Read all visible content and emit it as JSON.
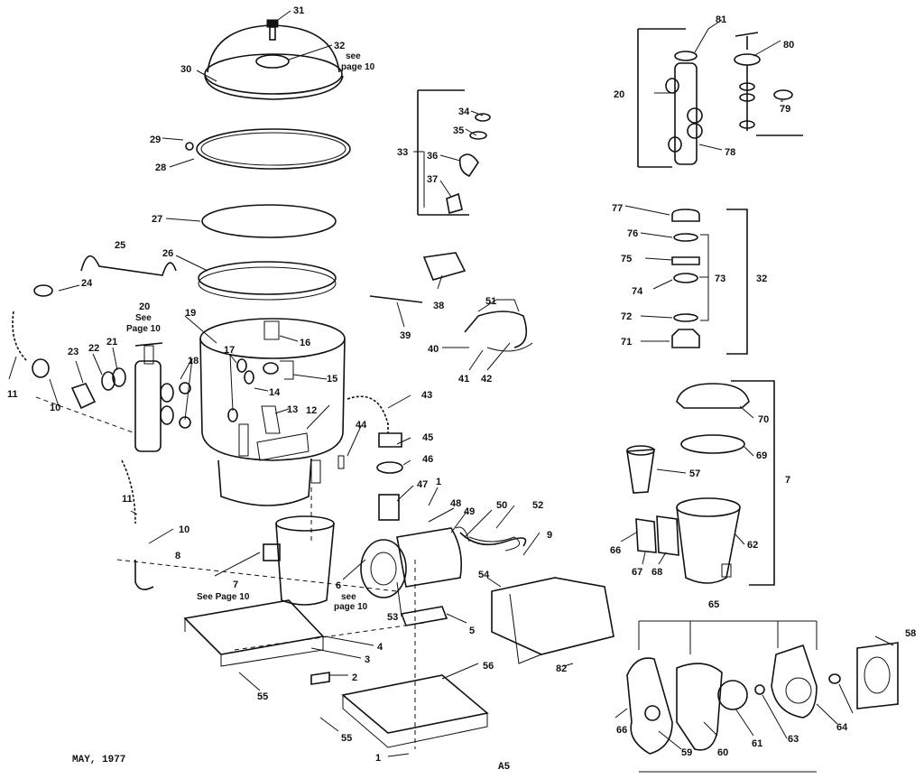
{
  "footer": {
    "date": "MAY, 1977",
    "code": "A5"
  },
  "notes": {
    "p32": [
      "see",
      "page 10"
    ],
    "p20": [
      "See",
      "Page 10"
    ],
    "p8": "See Page 10",
    "p7": [
      "see",
      "page 10"
    ]
  },
  "parts": [
    {
      "id": "31",
      "text": "31"
    },
    {
      "id": "32",
      "text": "32"
    },
    {
      "id": "30",
      "text": "30"
    },
    {
      "id": "29",
      "text": "29"
    },
    {
      "id": "28",
      "text": "28"
    },
    {
      "id": "27",
      "text": "27"
    },
    {
      "id": "26",
      "text": "26"
    },
    {
      "id": "25",
      "text": "25"
    },
    {
      "id": "24",
      "text": "24"
    },
    {
      "id": "20",
      "text": "20"
    },
    {
      "id": "19",
      "text": "19"
    },
    {
      "id": "11",
      "text": "11"
    },
    {
      "id": "23",
      "text": "23"
    },
    {
      "id": "22",
      "text": "22"
    },
    {
      "id": "21",
      "text": "21"
    },
    {
      "id": "18",
      "text": "18"
    },
    {
      "id": "17",
      "text": "17"
    },
    {
      "id": "16",
      "text": "16"
    },
    {
      "id": "15",
      "text": "15"
    },
    {
      "id": "14",
      "text": "14"
    },
    {
      "id": "13",
      "text": "13"
    },
    {
      "id": "12",
      "text": "12"
    },
    {
      "id": "10",
      "text": "10"
    },
    {
      "id": "34",
      "text": "34"
    },
    {
      "id": "35",
      "text": "35"
    },
    {
      "id": "33",
      "text": "33"
    },
    {
      "id": "36",
      "text": "36"
    },
    {
      "id": "37",
      "text": "37"
    },
    {
      "id": "38",
      "text": "38"
    },
    {
      "id": "39",
      "text": "39"
    },
    {
      "id": "51",
      "text": "51"
    },
    {
      "id": "40",
      "text": "40"
    },
    {
      "id": "41",
      "text": "41"
    },
    {
      "id": "42",
      "text": "42"
    },
    {
      "id": "43",
      "text": "43"
    },
    {
      "id": "44",
      "text": "44"
    },
    {
      "id": "45",
      "text": "45"
    },
    {
      "id": "46",
      "text": "46"
    },
    {
      "id": "47",
      "text": "47"
    },
    {
      "id": "1",
      "text": "1"
    },
    {
      "id": "48",
      "text": "48"
    },
    {
      "id": "49",
      "text": "49"
    },
    {
      "id": "50",
      "text": "50"
    },
    {
      "id": "52",
      "text": "52"
    },
    {
      "id": "9",
      "text": "9"
    },
    {
      "id": "8",
      "text": "8"
    },
    {
      "id": "7",
      "text": "7"
    },
    {
      "id": "6",
      "text": "6"
    },
    {
      "id": "53",
      "text": "53"
    },
    {
      "id": "54",
      "text": "54"
    },
    {
      "id": "5",
      "text": "5"
    },
    {
      "id": "4",
      "text": "4"
    },
    {
      "id": "3",
      "text": "3"
    },
    {
      "id": "2",
      "text": "2"
    },
    {
      "id": "55",
      "text": "55"
    },
    {
      "id": "56",
      "text": "56"
    },
    {
      "id": "82",
      "text": "82"
    },
    {
      "id": "81",
      "text": "81"
    },
    {
      "id": "80",
      "text": "80"
    },
    {
      "id": "79",
      "text": "79"
    },
    {
      "id": "78",
      "text": "78"
    },
    {
      "id": "77",
      "text": "77"
    },
    {
      "id": "76",
      "text": "76"
    },
    {
      "id": "75",
      "text": "75"
    },
    {
      "id": "74",
      "text": "74"
    },
    {
      "id": "73",
      "text": "73"
    },
    {
      "id": "72",
      "text": "72"
    },
    {
      "id": "71",
      "text": "71"
    },
    {
      "id": "70",
      "text": "70"
    },
    {
      "id": "69",
      "text": "69"
    },
    {
      "id": "57",
      "text": "57"
    },
    {
      "id": "66",
      "text": "66"
    },
    {
      "id": "67",
      "text": "67"
    },
    {
      "id": "68",
      "text": "68"
    },
    {
      "id": "62",
      "text": "62"
    },
    {
      "id": "65",
      "text": "65"
    },
    {
      "id": "58",
      "text": "58"
    },
    {
      "id": "59",
      "text": "59"
    },
    {
      "id": "60",
      "text": "60"
    },
    {
      "id": "61",
      "text": "61"
    },
    {
      "id": "63",
      "text": "63"
    },
    {
      "id": "64",
      "text": "64"
    }
  ]
}
